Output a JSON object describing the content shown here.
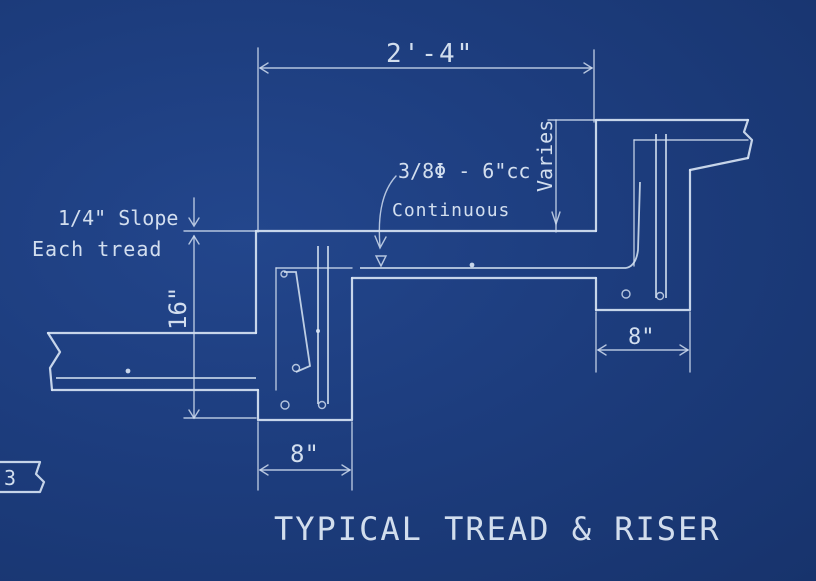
{
  "drawing": {
    "title": "TYPICAL TREAD & RISER",
    "dim_overall": "2'-4\"",
    "dim_riser": "16\"",
    "dim_width_left": "8\"",
    "dim_width_right": "8\"",
    "note_varies": "Varies",
    "note_rebar_line1": "3/8Φ - 6\"cc",
    "note_rebar_line2": "Continuous",
    "note_slope_line1": "1/4\" Slope",
    "note_slope_line2": "Each tread",
    "detail_ref": "3"
  },
  "colors": {
    "paper": "#1c3b7a",
    "ink": "#d9e6f5"
  }
}
